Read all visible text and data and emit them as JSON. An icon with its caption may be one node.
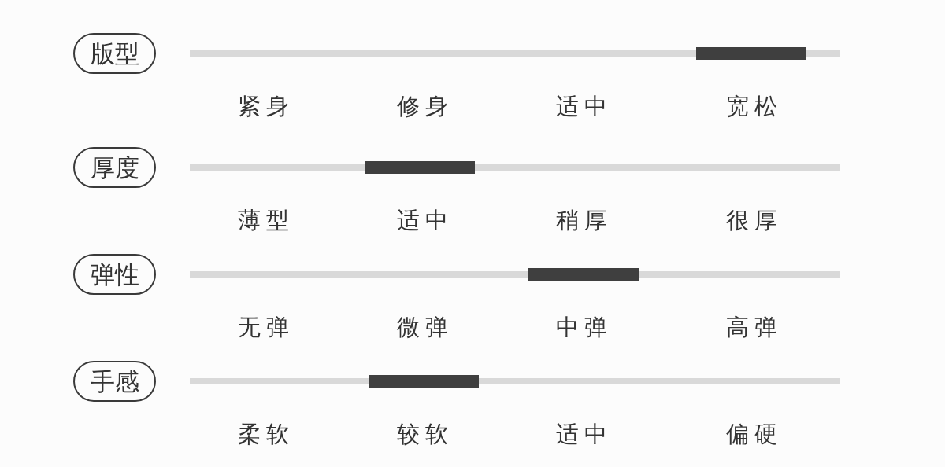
{
  "diagram": {
    "nodes": [
      {
        "text": [
          "版型"
        ]
      },
      {
        "text": [
          "厚度"
        ]
      },
      {
        "text": [
          "弹性"
        ]
      },
      {
        "text": [
          "手感"
        ]
      }
    ],
    "labels": [
      "紧身",
      "修身",
      "适中",
      "宽松",
      "薄型",
      "适中",
      "稍厚",
      "很厚",
      "无弹",
      "微弹",
      "中弹",
      "高弹",
      "柔软",
      "较软",
      "适中",
      "偏硬"
    ]
  }
}
